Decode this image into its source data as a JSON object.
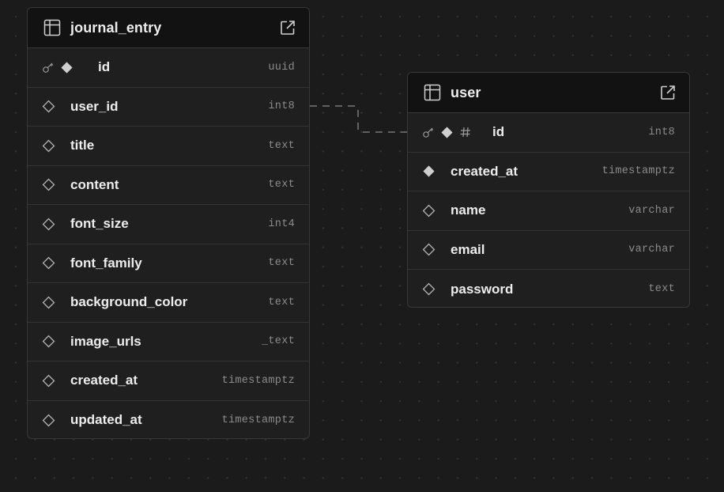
{
  "tables": {
    "journal_entry": {
      "name": "journal_entry",
      "columns": [
        {
          "name": "id",
          "type": "uuid"
        },
        {
          "name": "user_id",
          "type": "int8"
        },
        {
          "name": "title",
          "type": "text"
        },
        {
          "name": "content",
          "type": "text"
        },
        {
          "name": "font_size",
          "type": "int4"
        },
        {
          "name": "font_family",
          "type": "text"
        },
        {
          "name": "background_color",
          "type": "text"
        },
        {
          "name": "image_urls",
          "type": "_text"
        },
        {
          "name": "created_at",
          "type": "timestamptz"
        },
        {
          "name": "updated_at",
          "type": "timestamptz"
        }
      ]
    },
    "user": {
      "name": "user",
      "columns": [
        {
          "name": "id",
          "type": "int8"
        },
        {
          "name": "created_at",
          "type": "timestamptz"
        },
        {
          "name": "name",
          "type": "varchar"
        },
        {
          "name": "email",
          "type": "varchar"
        },
        {
          "name": "password",
          "type": "text"
        }
      ]
    }
  },
  "icons": {
    "table": "table-icon",
    "open": "external-link-icon",
    "primary_key": "key-icon",
    "not_null": "filled-diamond-icon",
    "nullable": "outline-diamond-icon",
    "identity": "hash-icon"
  },
  "colors": {
    "canvas": "#1b1b1b",
    "card": "#1f1f1f",
    "header": "#121212",
    "border": "#383838",
    "text": "#ededed",
    "type_text": "#8b8b8b",
    "connector": "#6a6a6a"
  }
}
